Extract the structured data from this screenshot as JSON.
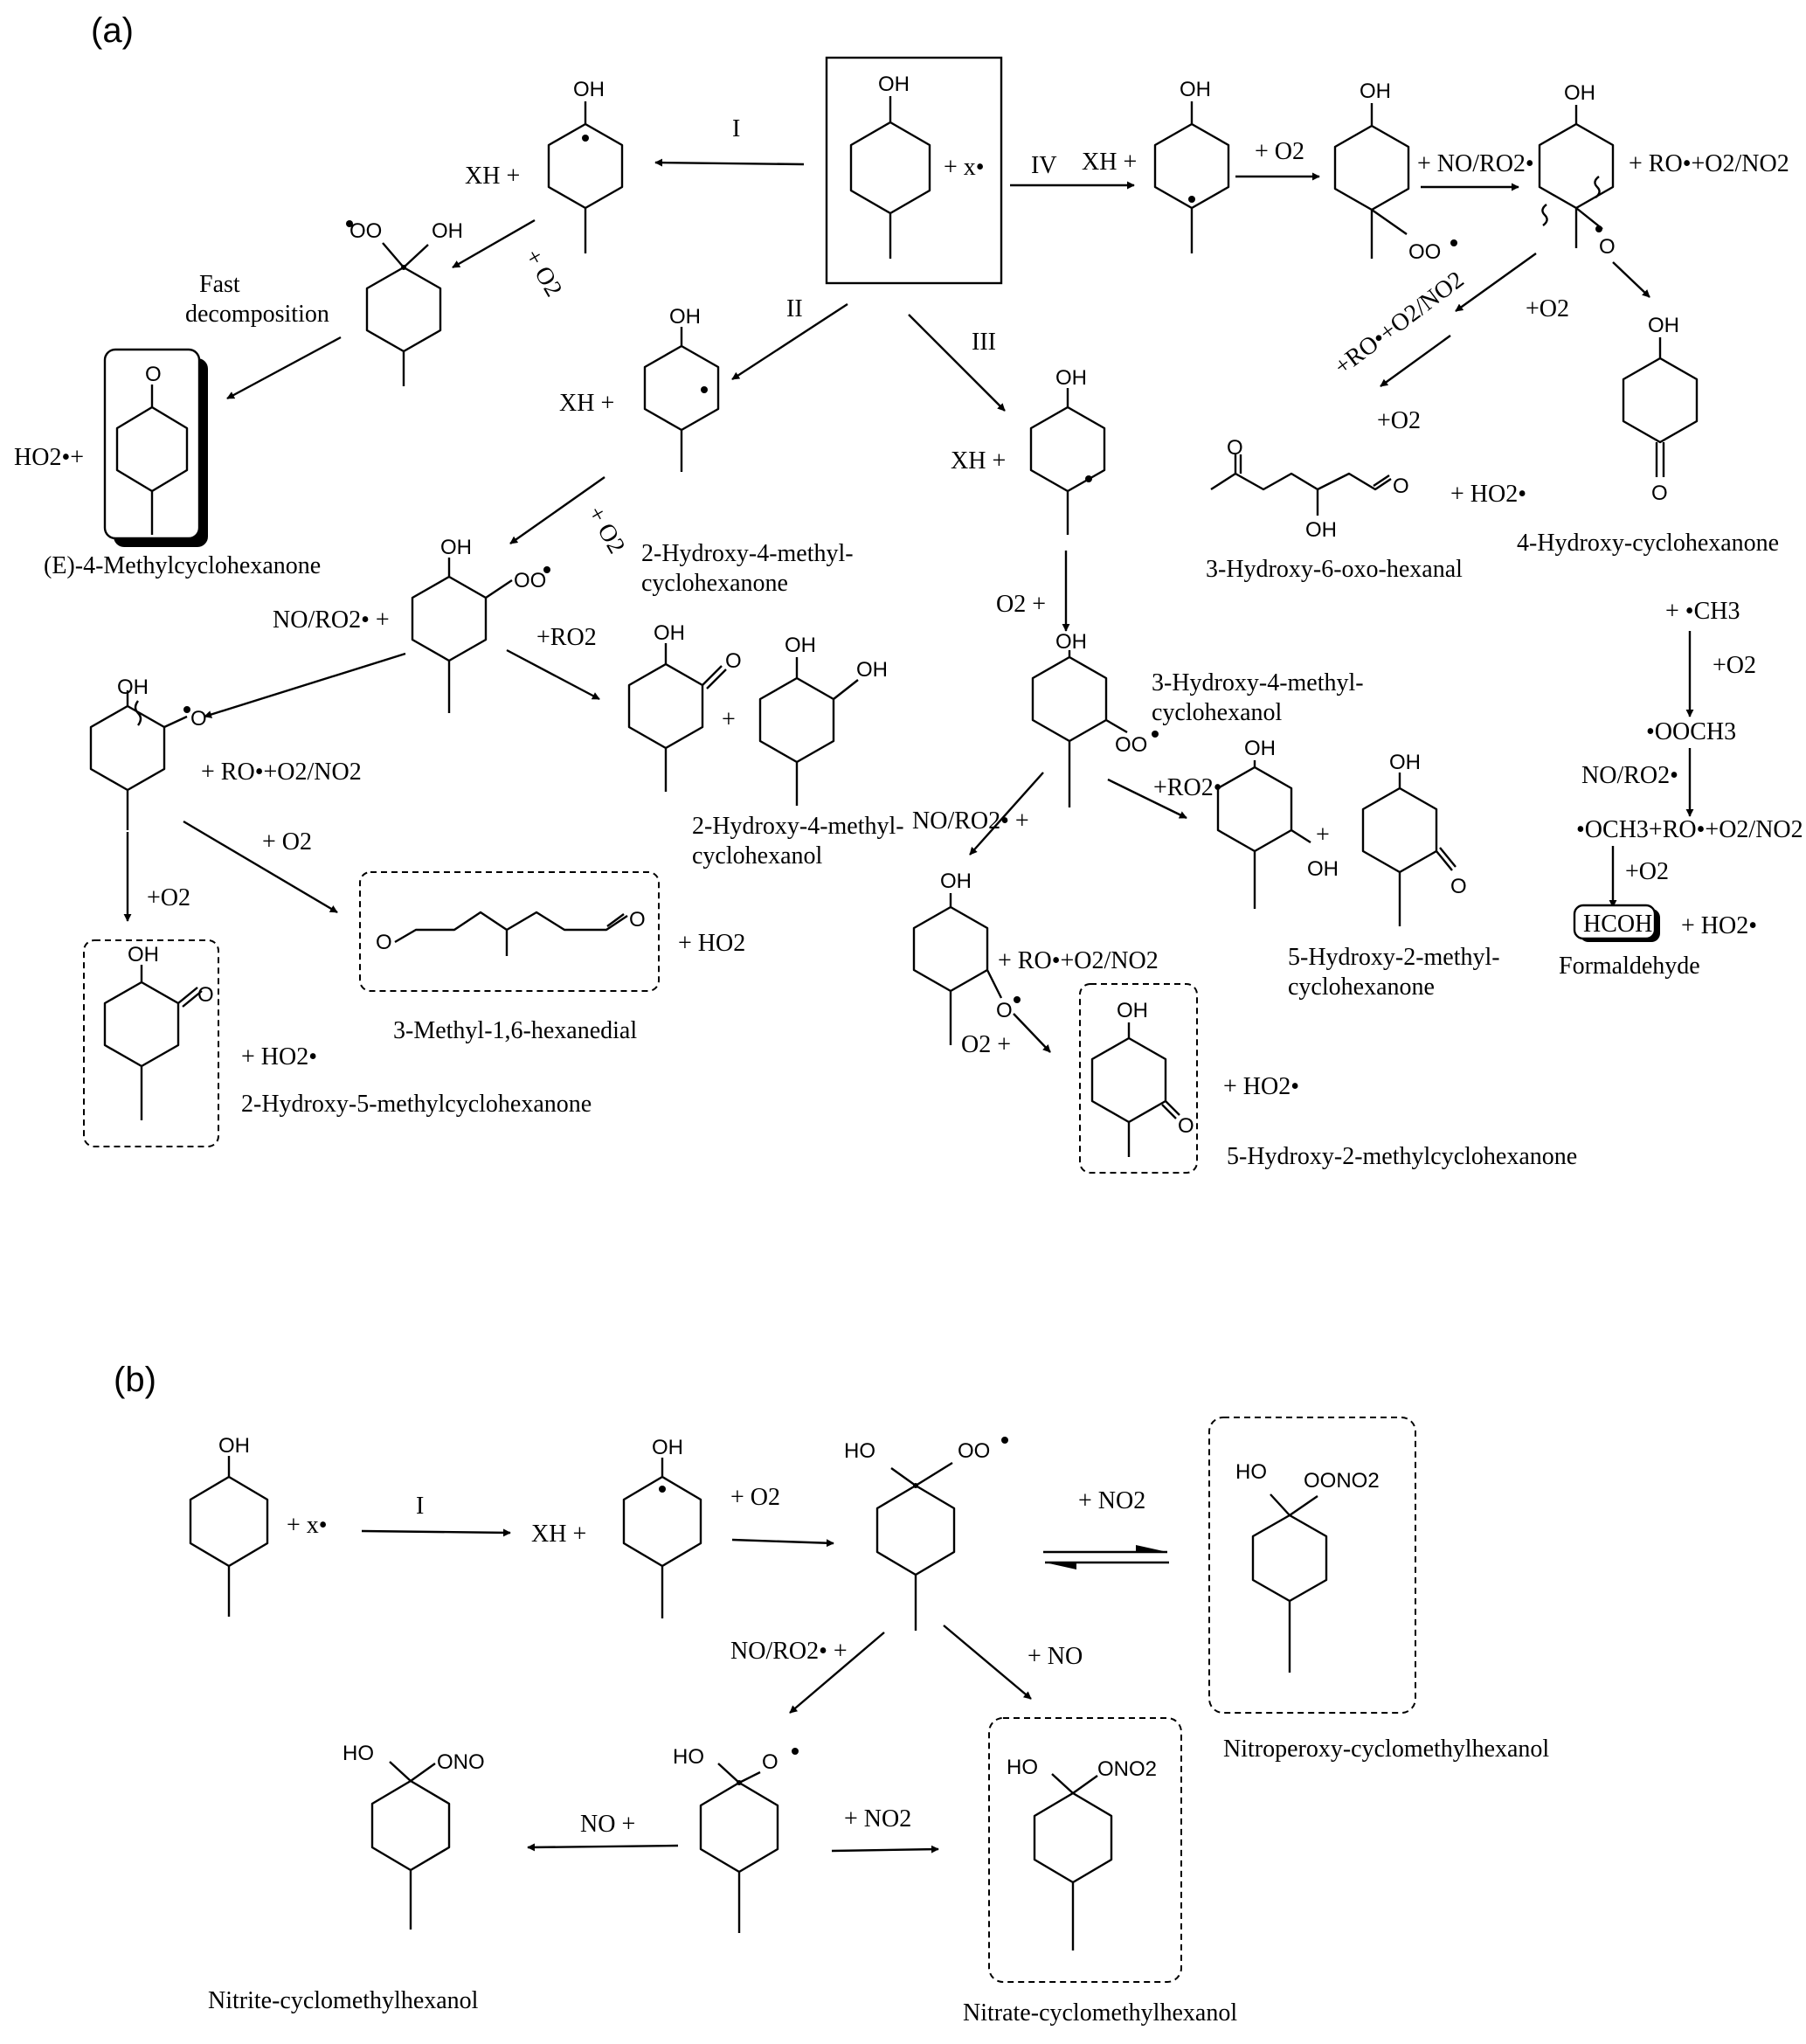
{
  "panels": {
    "a": "(a)",
    "b": "(b)"
  },
  "pathways": {
    "I": "I",
    "II": "II",
    "III": "III",
    "IV": "IV"
  },
  "atoms": {
    "OH": "OH",
    "HO": "HO",
    "O": "O",
    "OO": "OO",
    "ONO": "ONO",
    "OONO2": "OONO2",
    "ONO2": "ONO2"
  },
  "reagents": {
    "x_radical": "+ x•",
    "xh": "XH +",
    "o2": "+ O2",
    "o2_rot": "+ O2",
    "o2_plain": "+O2",
    "o2_pre": "O2 +",
    "no_ro2_plus_front": "+ NO/RO2•",
    "no_ro2_plus": "NO/RO2• +",
    "no_ro2": "NO/RO2•",
    "ro_o2_no2": "+ RO•+O2/NO2",
    "ro_o2_no2_rot": "+RO•+O2/NO2",
    "ro2": "+RO2",
    "ro2_rad": "+RO2•",
    "ho2": "+ HO2",
    "ho2_rad": "+ HO2•",
    "ho2_left": "HO2•+",
    "plus": "+",
    "ch3": "+ •CH3",
    "ooch3": "•OOCH3",
    "och3_line": "•OCH3+RO•+O2/NO2",
    "no2": "+ NO2",
    "no": "+ NO",
    "no_plus": "NO +"
  },
  "notes": {
    "fast": "Fast",
    "decomposition": "decomposition"
  },
  "products": {
    "methylcyclohexanone": "(E)-4-Methylcyclohexanone",
    "h4m_cyclohexanone_1": "2-Hydroxy-4-methyl-",
    "h4m_cyclohexanone_2": "cyclohexanone",
    "h4m_cyclohexanol_1": "2-Hydroxy-4-methyl-",
    "h4m_cyclohexanol_2": "cyclohexanol",
    "h5m_cyclohexanone": "2-Hydroxy-5-methylcyclohexanone",
    "methyl_hexanedial": "3-Methyl-1,6-hexanedial",
    "h3_4m_cyclohexanol_1": "3-Hydroxy-4-methyl-",
    "h3_4m_cyclohexanol_2": "cyclohexanol",
    "h5_2m_cyclohexanone_1": "5-Hydroxy-2-methyl-",
    "h5_2m_cyclohexanone_2": "cyclohexanone",
    "h5_2m_cyclohexanone_full": "5-Hydroxy-2-methylcyclohexanone",
    "oxo_hexanal": "3-Hydroxy-6-oxo-hexanal",
    "hydroxy_cyclohexanone": "4-Hydroxy-cyclohexanone",
    "hcoh": "HCOH",
    "formaldehyde": "Formaldehyde",
    "nitroperoxy": "Nitroperoxy-cyclomethylhexanol",
    "nitrite": "Nitrite-cyclomethylhexanol",
    "nitrate": "Nitrate-cyclomethylhexanol"
  }
}
